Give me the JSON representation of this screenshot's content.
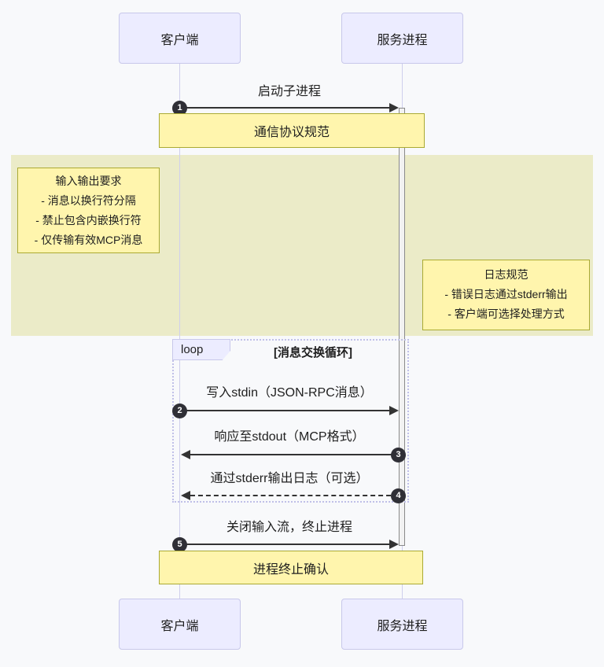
{
  "diagram": {
    "participants": {
      "client": "客户端",
      "server": "服务进程"
    },
    "messages": {
      "m1": {
        "num": "1",
        "label": "启动子进程",
        "type": "solid",
        "direction": "right"
      },
      "m2": {
        "num": "2",
        "label": "写入stdin（JSON-RPC消息）",
        "type": "solid",
        "direction": "right"
      },
      "m3": {
        "num": "3",
        "label": "响应至stdout（MCP格式）",
        "type": "solid",
        "direction": "left"
      },
      "m4": {
        "num": "4",
        "label": "通过stderr输出日志（可选）",
        "type": "dashed",
        "direction": "left"
      },
      "m5": {
        "num": "5",
        "label": "关闭输入流，终止进程",
        "type": "solid",
        "direction": "right"
      }
    },
    "banners": {
      "protocol": "通信协议规范",
      "termination": "进程终止确认"
    },
    "notes": {
      "io": {
        "title": "输入输出要求",
        "lines": [
          "- 消息以换行符分隔",
          "- 禁止包含内嵌换行符",
          "- 仅传输有效MCP消息"
        ]
      },
      "log": {
        "title": "日志规范",
        "lines": [
          "- 错误日志通过stderr输出",
          "- 客户端可选择处理方式"
        ]
      }
    },
    "loop": {
      "label": "loop",
      "condition": "[消息交换循环]"
    },
    "colors": {
      "page_background": "#f8f9fb",
      "actor_fill": "#ececff",
      "actor_border": "#c8c8ea",
      "note_fill": "#fff5ad",
      "note_border": "#aaaa33",
      "band_fill": "#ebebc8",
      "lifeline": "#cfcfec",
      "arrow": "#333333",
      "number_badge": "#2f2f36",
      "loop_border": "#c0c0e8"
    }
  }
}
